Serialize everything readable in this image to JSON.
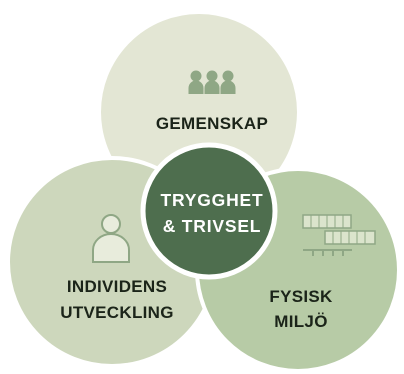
{
  "colors": {
    "top_circle": "#e3e6d4",
    "left_circle": "#cdd7bc",
    "right_circle": "#b7cba6",
    "center_circle": "#4e6e4e",
    "outline": "#ffffff",
    "icon": "#8fa785"
  },
  "diagram": {
    "center": {
      "line1": "TRYGGHET",
      "line2": "& TRIVSEL"
    },
    "top": {
      "label": "GEMENSKAP",
      "icon": "group-of-people-icon"
    },
    "left": {
      "line1": "INDIVIDENS",
      "line2": "UTVECKLING",
      "icon": "person-icon"
    },
    "right": {
      "line1": "FYSISK",
      "line2": "MILJÖ",
      "icon": "classroom-desks-icon"
    }
  }
}
